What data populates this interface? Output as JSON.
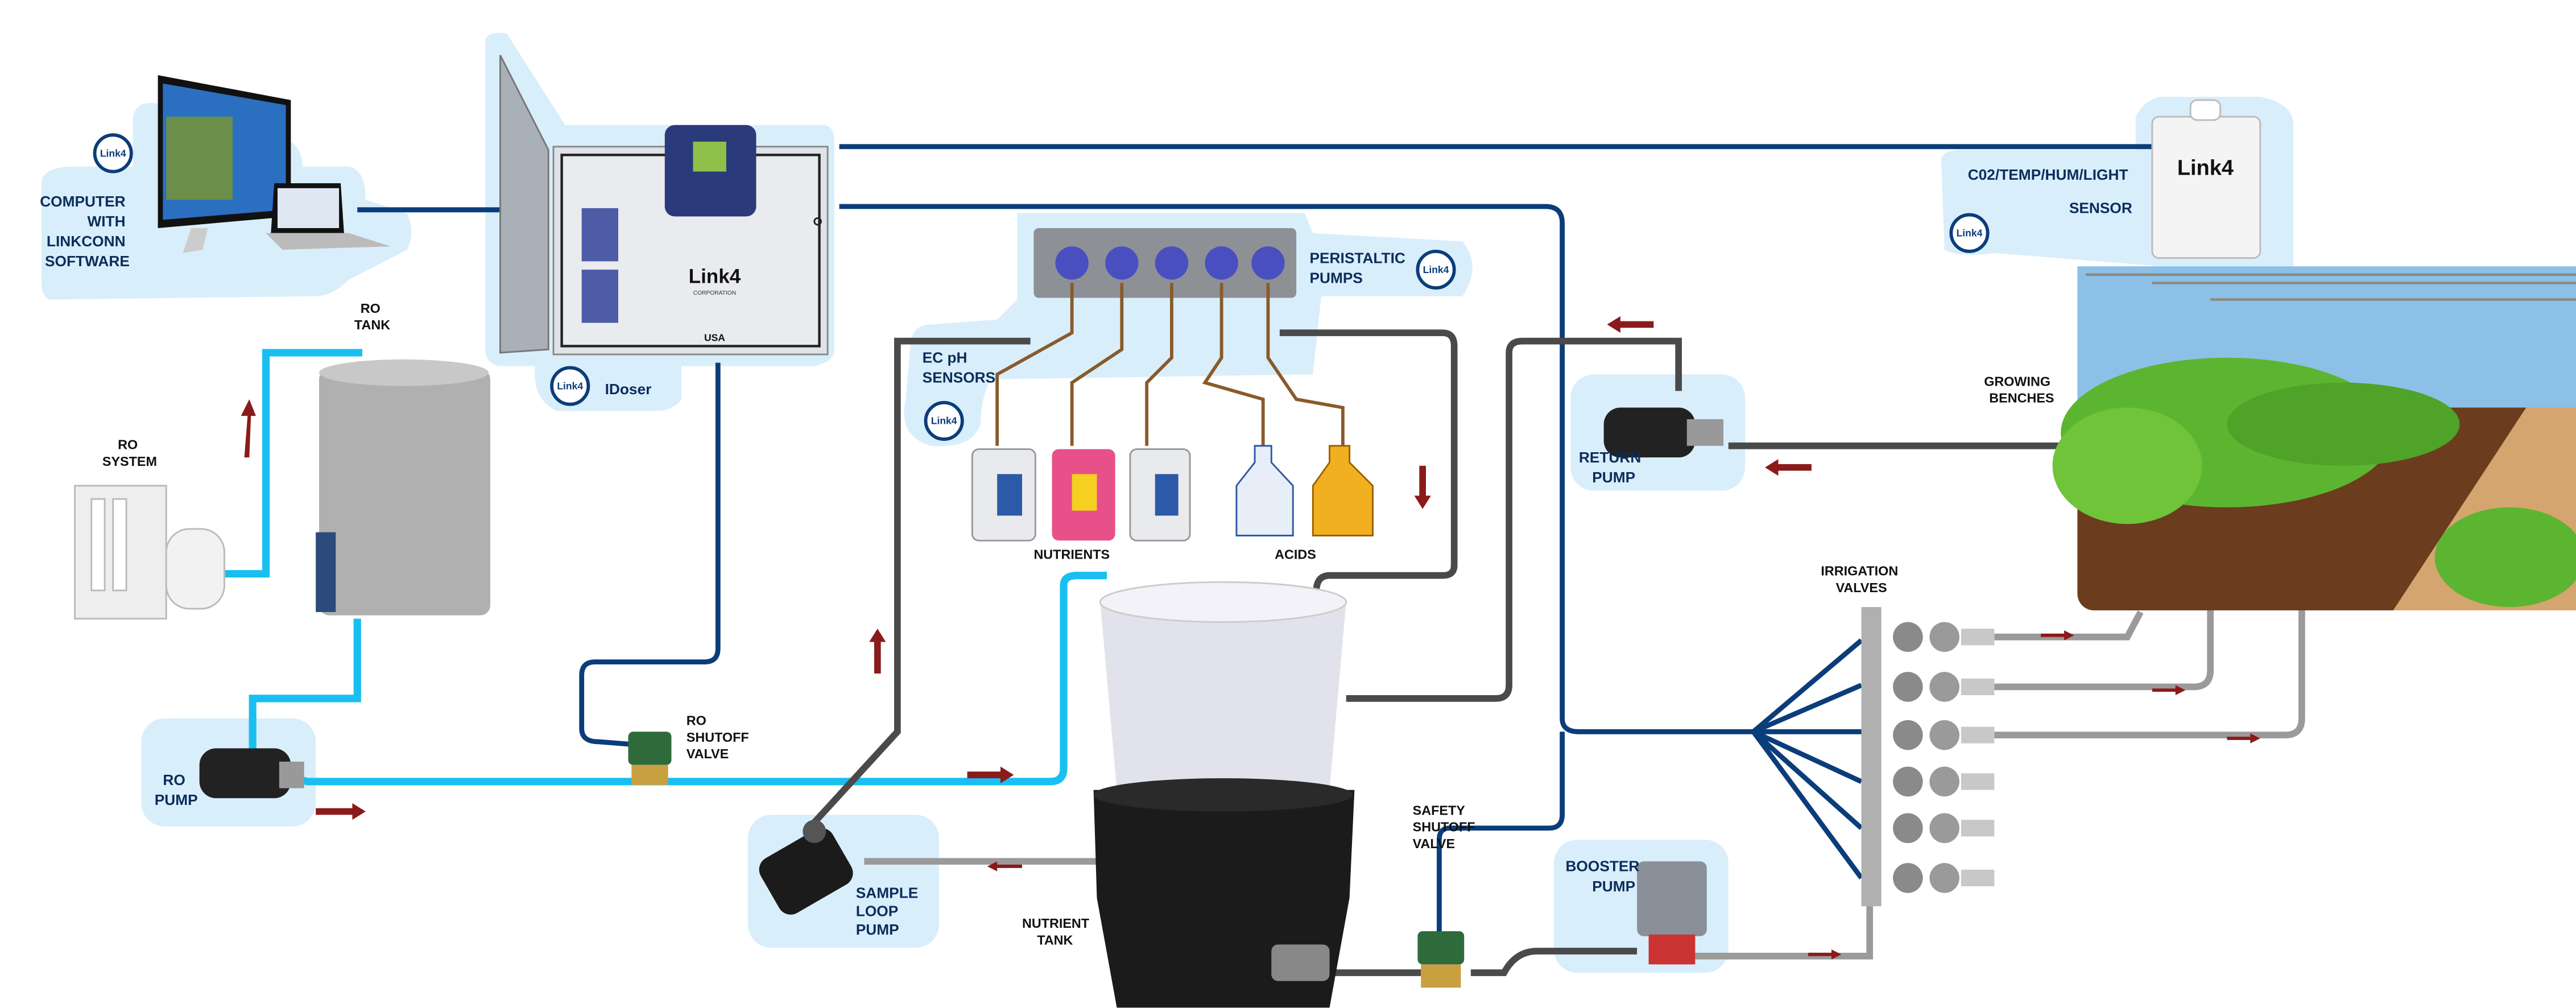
{
  "labels": {
    "computer": [
      "COMPUTER",
      "WITH",
      "LINKCONN",
      "SOFTWARE"
    ],
    "idoser": "IDoser",
    "sensor": [
      "C02/TEMP/HUM/LIGHT",
      "SENSOR"
    ],
    "sensor_brand": "Link4",
    "peristaltic": [
      "PERISTALTIC",
      "PUMPS"
    ],
    "ecph": [
      "EC pH",
      "SENSORS"
    ],
    "nutrients": "NUTRIENTS",
    "acids": "ACIDS",
    "ro_tank": [
      "RO",
      "TANK"
    ],
    "ro_system": [
      "RO",
      "SYSTEM"
    ],
    "ro_pump": [
      "RO",
      "PUMP"
    ],
    "ro_shutoff": [
      "RO",
      "SHUTOFF",
      "VALVE"
    ],
    "return_pump": [
      "RETURN",
      "PUMP"
    ],
    "growing_benches": [
      "GROWING",
      "BENCHES"
    ],
    "irrigation_valves": [
      "IRRIGATION",
      "VALVES"
    ],
    "sample_loop_pump": [
      "SAMPLE",
      "LOOP",
      "PUMP"
    ],
    "nutrient_tank": [
      "NUTRIENT",
      "TANK"
    ],
    "safety_shutoff": [
      "SAFETY",
      "SHUTOFF",
      "VALVE"
    ],
    "booster_pump": [
      "BOOSTER",
      "PUMP"
    ]
  },
  "logo_text": "Link4",
  "idoser_panel": {
    "brand": "Link4",
    "sub": "CORPORATION",
    "made_in": "USA"
  },
  "colors": {
    "control_line": "#0b3d7a",
    "ro_water": "#19bff0",
    "nutrient_line": "#4a4a4a",
    "irrigation_line": "#9a9a9a",
    "flow_arrow": "#8b1a1a",
    "label_bubble": "#d9eefb"
  }
}
